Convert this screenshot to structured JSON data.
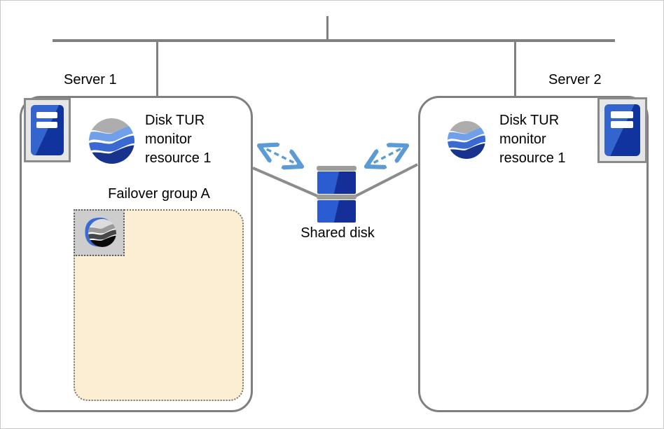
{
  "servers": [
    {
      "label": "Server 1",
      "monitor_label": "Disk TUR\nmonitor\nresource 1"
    },
    {
      "label": "Server 2",
      "monitor_label": "Disk TUR\nmonitor\nresource 1"
    }
  ],
  "failover_group": {
    "label": "Failover group A",
    "icon_letter": "G"
  },
  "shared_disk": {
    "label": "Shared disk"
  },
  "icons": {
    "server_computer": "server-tower-icon",
    "monitor_resource": "wave-globe-icon",
    "failover_group": "group-g-globe-icon",
    "shared_disk": "disk-stack-icon"
  },
  "colors": {
    "arrow_blue": "#5B9BD5",
    "network_line_gray": "#808080",
    "connector_gray": "#8C8C8C",
    "box_border_gray": "#7F7F7F",
    "group_fill_cream": "#FBEED3",
    "tower_blue_light": "#3464CE",
    "tower_blue_dark": "#10339E",
    "disk_blue_light": "#2C5CD2",
    "disk_blue_dark": "#142F97",
    "disk_cap_gray": "#9C9C9C",
    "wave_gray": "#ADADAD",
    "wave_light_blue": "#6FA0E9",
    "wave_mid_blue": "#3A69D2",
    "wave_navy": "#18338D"
  }
}
